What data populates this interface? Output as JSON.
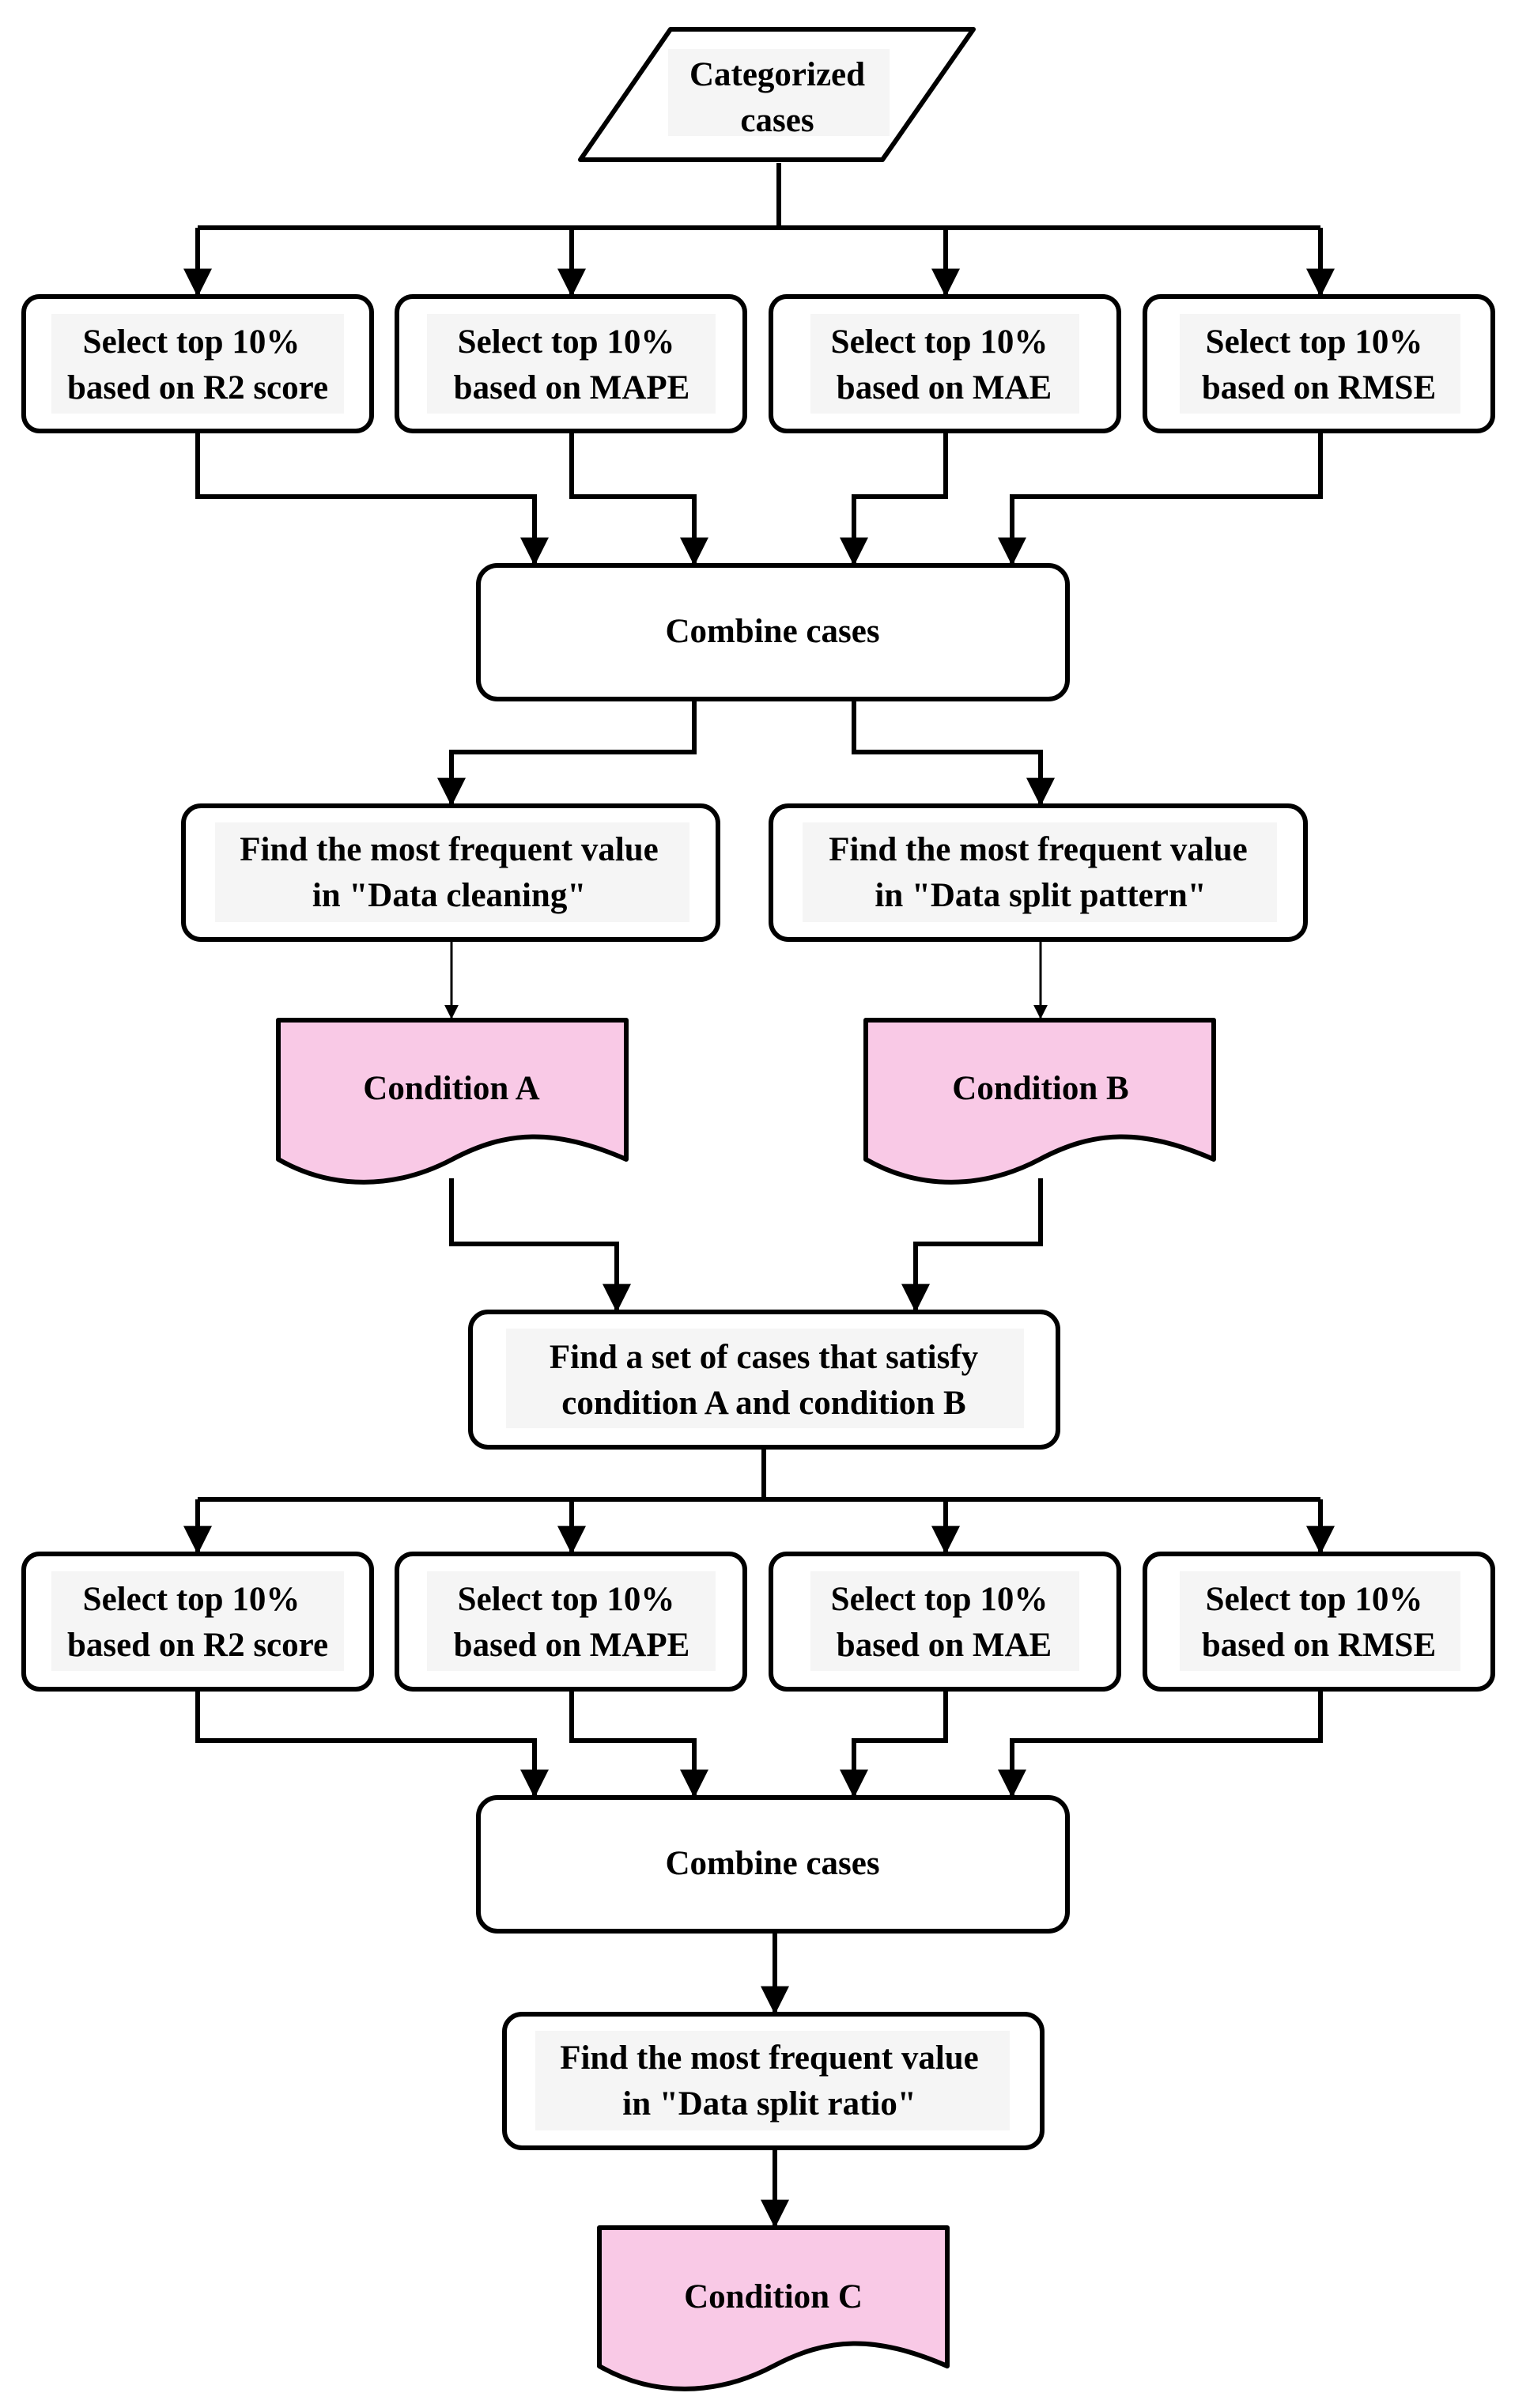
{
  "colors": {
    "stroke": "#000000",
    "box_fill": "#ffffff",
    "text_bg": "#f5f5f5",
    "condition_fill": "#f9c9e6"
  },
  "nodes": {
    "start": {
      "line1": "Categorized",
      "line2": "cases"
    },
    "sel1": [
      {
        "line1": "Select top 10%",
        "line2": "based on R2 score"
      },
      {
        "line1": "Select top 10%",
        "line2": "based on MAPE"
      },
      {
        "line1": "Select top 10%",
        "line2": "based on MAE"
      },
      {
        "line1": "Select top 10%",
        "line2": "based on RMSE"
      }
    ],
    "combine1": {
      "label": "Combine cases"
    },
    "findA": {
      "line1": "Find the most frequent value",
      "line2": "in \"Data cleaning\""
    },
    "findB": {
      "line1": "Find the most frequent value",
      "line2": "in \"Data split pattern\""
    },
    "condA": {
      "label": "Condition A"
    },
    "condB": {
      "label": "Condition B"
    },
    "findSet": {
      "line1": "Find a set of cases that satisfy",
      "line2": "condition A and condition B"
    },
    "sel2": [
      {
        "line1": "Select top 10%",
        "line2": "based on R2 score"
      },
      {
        "line1": "Select top 10%",
        "line2": "based on MAPE"
      },
      {
        "line1": "Select top 10%",
        "line2": "based on MAE"
      },
      {
        "line1": "Select top 10%",
        "line2": "based on RMSE"
      }
    ],
    "combine2": {
      "label": "Combine cases"
    },
    "findC": {
      "line1": "Find the most frequent value",
      "line2": "in \"Data split ratio\""
    },
    "condC": {
      "label": "Condition C"
    }
  }
}
